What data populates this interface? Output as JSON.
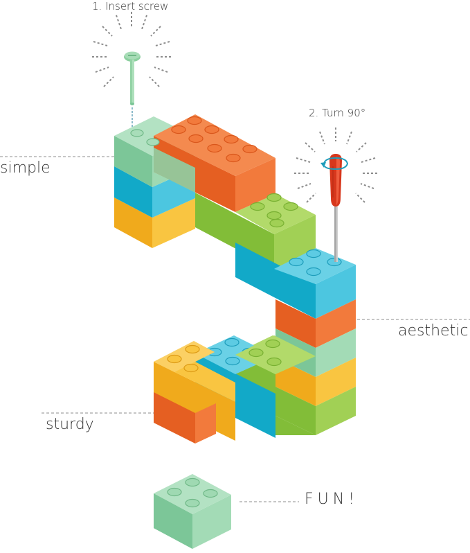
{
  "steps": {
    "insert": "1. Insert screw",
    "turn": "2. Turn 90°"
  },
  "labels": {
    "simple": "simple",
    "aesthetic": "aesthetic",
    "sturdy": "sturdy",
    "fun": "FUN!"
  },
  "colors": {
    "mint": "#8ecfa4",
    "orange": "#ef6a2d",
    "lime": "#8ec542",
    "cyan": "#1fb4d2",
    "yellow": "#f6b321",
    "screwdriver_red": "#d7371c",
    "guide_gray": "#8c8c8c"
  },
  "icons": {
    "screw": "screw-icon",
    "screwdriver": "screwdriver-icon",
    "rotate": "rotate-arrow-icon"
  }
}
